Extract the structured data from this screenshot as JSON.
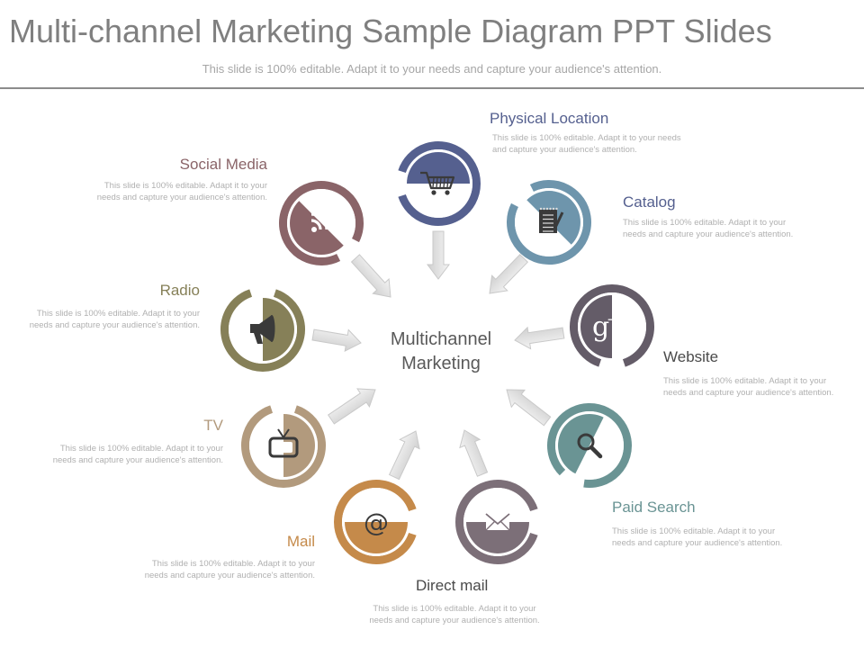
{
  "header": {
    "title": "Multi-channel Marketing Sample Diagram PPT Slides",
    "subtitle": "This slide is 100% editable. Adapt it to your needs and capture your audience's attention."
  },
  "center": {
    "line1": "Multichannel",
    "line2": "Marketing"
  },
  "description_text": "This slide is 100% editable. Adapt it to your needs and capture your audience's attention.",
  "nodes": [
    {
      "id": "physical-location",
      "label": "Physical Location",
      "icon": "shopping-cart-icon",
      "color": "#55608f"
    },
    {
      "id": "catalog",
      "label": "Catalog",
      "icon": "notepad-icon",
      "color": "#6e95ac"
    },
    {
      "id": "website",
      "label": "Website",
      "icon": "google-plus-icon",
      "color": "#645c68"
    },
    {
      "id": "paid-search",
      "label": "Paid Search",
      "icon": "magnifier-icon",
      "color": "#6a9494"
    },
    {
      "id": "direct-mail",
      "label": "Direct mail",
      "icon": "envelope-icon",
      "color": "#7c6f78"
    },
    {
      "id": "mail",
      "label": "Mail",
      "icon": "at-sign-icon",
      "color": "#c58a4a"
    },
    {
      "id": "tv",
      "label": "TV",
      "icon": "tv-icon",
      "color": "#b29a7d"
    },
    {
      "id": "radio",
      "label": "Radio",
      "icon": "megaphone-icon",
      "color": "#868058"
    },
    {
      "id": "social-media",
      "label": "Social Media",
      "icon": "rss-icon",
      "color": "#8a6468"
    }
  ],
  "label_colors": {
    "physical-location": "#55608f",
    "catalog": "#55608f",
    "website": "#4a4a4a",
    "paid-search": "#6a9494",
    "direct-mail": "#4a4a4a",
    "mail": "#c58a4a",
    "tv": "#b29a7d",
    "radio": "#868058",
    "social-media": "#8a6468"
  }
}
